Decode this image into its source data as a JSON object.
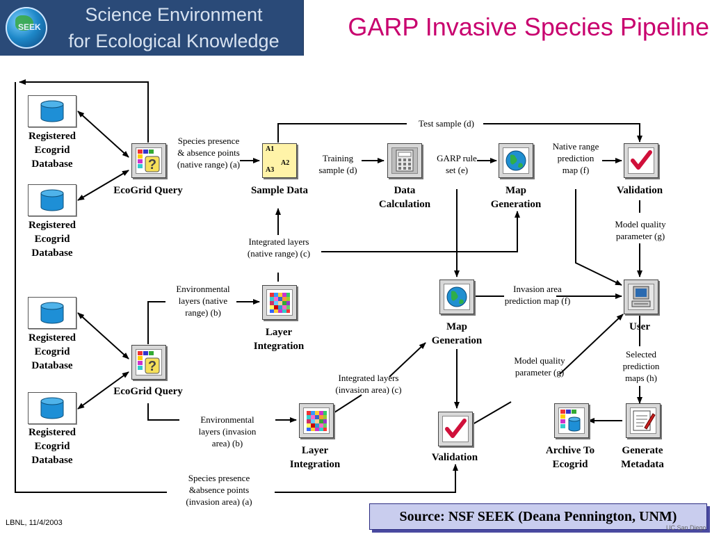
{
  "header": {
    "banner_line1": "Science Environment",
    "banner_line2": "for Ecological Knowledge",
    "globe_text": "SEEK",
    "title": "GARP Invasive Species Pipeline"
  },
  "nodes": {
    "reg_db_1": "Registered Ecogrid Database",
    "reg_db_2": "Registered Ecogrid Database",
    "reg_db_3": "Registered Ecogrid Database",
    "reg_db_4": "Registered Ecogrid Database",
    "ecogrid_query_1": "EcoGrid Query",
    "ecogrid_query_2": "EcoGrid Query",
    "sample_data": "Sample Data",
    "data_calculation": "Data Calculation",
    "map_generation_1": "Map Generation",
    "validation_1": "Validation",
    "layer_integration_1": "Layer Integration",
    "layer_integration_2": "Layer Integration",
    "map_generation_2": "Map Generation",
    "validation_2": "Validation",
    "user": "User",
    "archive": "Archive To Ecogrid",
    "generate_metadata": "Generate Metadata"
  },
  "sample_icon": {
    "a1": "A1",
    "a2": "A2",
    "a3": "A3"
  },
  "edges": {
    "species_presence_native": "Species presence & absence points (native range) (a)",
    "training_sample": "Training sample (d)",
    "garp_rule_set": "GARP rule set (e)",
    "native_range_map": "Native range prediction map (f)",
    "test_sample": "Test sample (d)",
    "model_quality_1": "Model quality parameter (g)",
    "integrated_layers_native": "Integrated layers (native range) (c)",
    "env_layers_native": "Environmental layers (native range) (b)",
    "invasion_area_map": "Invasion area prediction map (f)",
    "model_quality_2": "Model quality parameter (g)",
    "selected_prediction_maps": "Selected prediction maps (h)",
    "integrated_layers_invasion": "Integrated layers (invasion area) (c)",
    "env_layers_invasion": "Environmental layers (invasion area) (b)",
    "species_presence_invasion": "Species presence &absence points (invasion area) (a)"
  },
  "footer": {
    "left": "LBNL, 11/4/2003",
    "right": "UC San Diego",
    "source": "Source: NSF SEEK (Deana Pennington, UNM)"
  },
  "colors": {
    "title": "#c8006e",
    "banner": "#2a4a78",
    "check": "#d0103a",
    "database": "#1e8fd6"
  }
}
